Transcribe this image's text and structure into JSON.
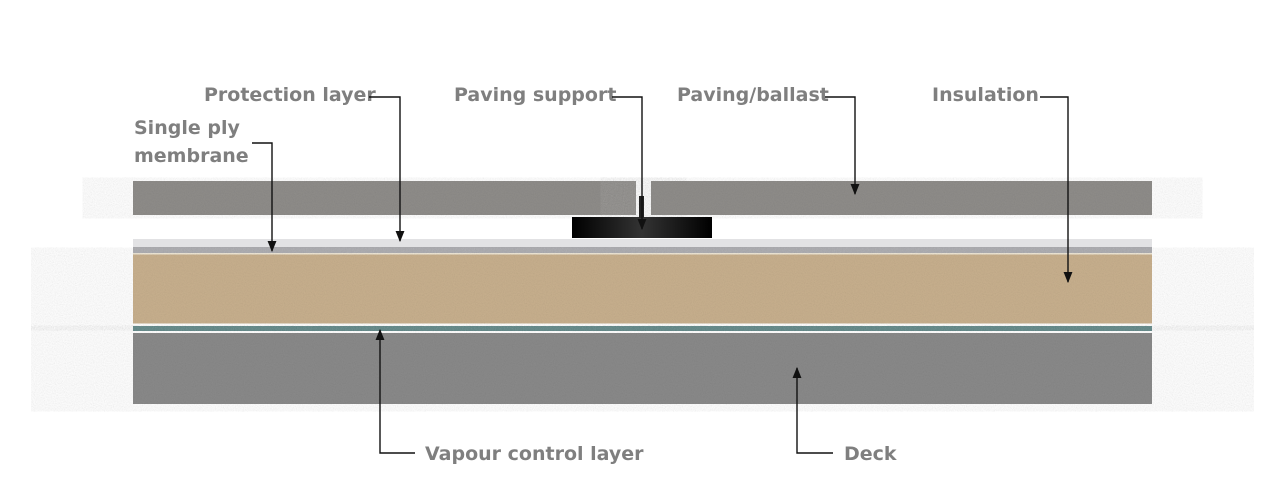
{
  "labels": {
    "protection_layer": "Protection layer",
    "single_ply_line1": "Single ply",
    "single_ply_line2": "membrane",
    "paving_support": "Paving support",
    "paving_ballast": "Paving/ballast",
    "insulation": "Insulation",
    "vapour_control_layer": "Vapour control layer",
    "deck": "Deck"
  },
  "colors": {
    "label_text": "#7f7f7f",
    "paving": "#8f8d8a",
    "paving_support": "#000000",
    "protection_layer": "#e2e2e4",
    "membrane": "#a7a7ab",
    "insulation": "#c8b08e",
    "vapour_control_layer": "#5a8282",
    "deck": "#8a8a8a"
  }
}
